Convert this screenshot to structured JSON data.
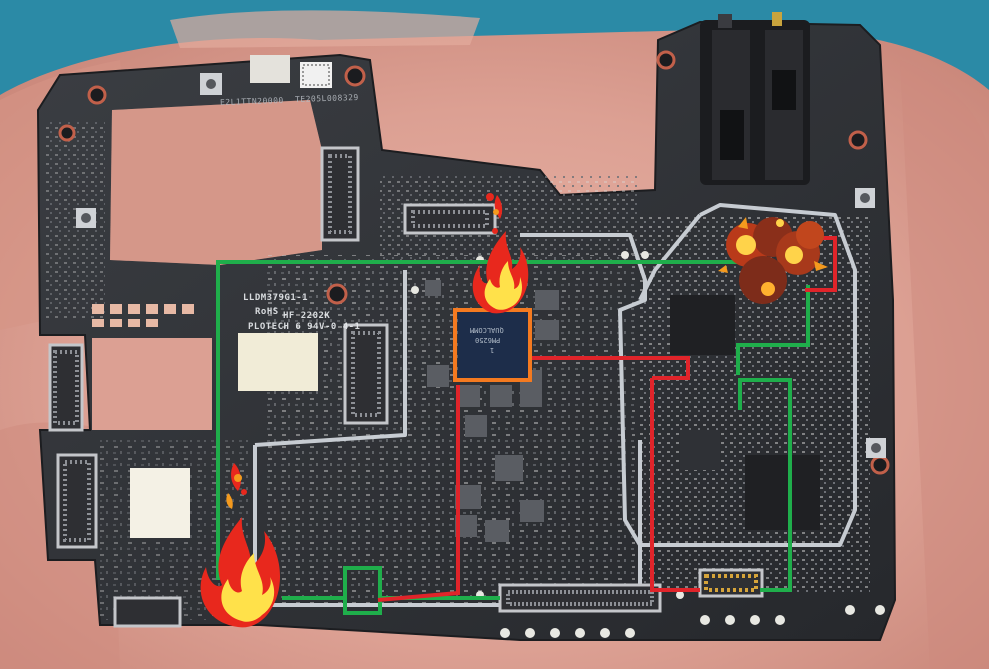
{
  "board": {
    "silkscreen": {
      "part_number": "LLDM379G1-1",
      "rohs": "RoHS",
      "hf_code": "HF 2202K",
      "pcb_maker": "PLOTECH 6 94V-0 4-1",
      "serial_left": "E2L1TTN20000",
      "serial_right": "TE205L008329"
    },
    "chip": {
      "brand": "QUALCOMM",
      "part": "PM6250",
      "code": "1"
    }
  },
  "overlay": {
    "colors": {
      "green_trace": "#1fae4b",
      "red_trace": "#e0242a",
      "highlight_box": "#f47a20",
      "fire_outer": "#e8281d",
      "fire_inner": "#ffe14a",
      "burst": "#f49a1e"
    },
    "icons": [
      "fire-icon",
      "fire-icon",
      "explosion-icon",
      "spark-icon"
    ]
  }
}
